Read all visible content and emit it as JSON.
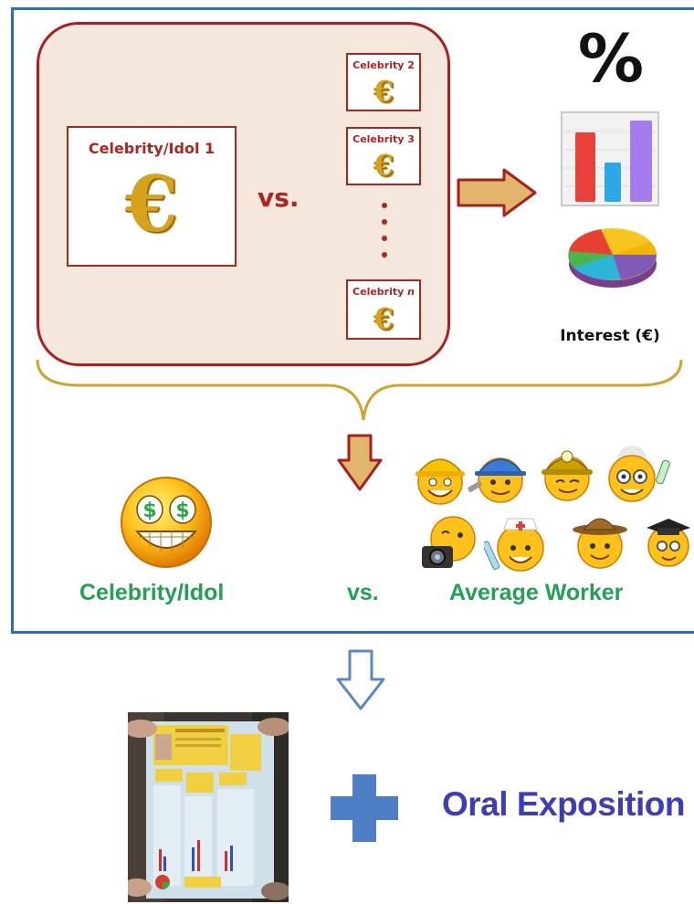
{
  "colors": {
    "frame_blue": "#2f6fad",
    "panel_fill": "#f4e8dc",
    "panel_border": "#a8201e",
    "gold": "#d6a21b",
    "green": "#23a055",
    "plus_blue": "#4e7ec4",
    "exposition_blue": "#3d3db8"
  },
  "comparison_panel": {
    "main_card": {
      "label": "Celebrity/Idol 1",
      "symbol": "€"
    },
    "vs_label": "vs.",
    "small_cards": [
      {
        "label": "Celebrity 2",
        "symbol": "€"
      },
      {
        "label": "Celebrity 3",
        "symbol": "€"
      }
    ],
    "last_card": {
      "label_prefix": "Celebrity ",
      "label_var": "n",
      "symbol": "€"
    }
  },
  "results": {
    "percent_symbol": "%",
    "bar_icon": {
      "icon": "bar-chart-icon",
      "colors": [
        "#e8403a",
        "#2aa8e8",
        "#a37df0"
      ]
    },
    "pie_icon": {
      "icon": "pie-chart-icon"
    },
    "caption": "Interest (€)"
  },
  "bottom_comparison": {
    "left_label": "Celebrity/Idol",
    "vs_label": "vs.",
    "right_label": "Average Worker",
    "left_icon": "money-eyes-emoji-icon",
    "worker_icons": [
      "construction-worker-emoji-icon",
      "mechanic-emoji-icon",
      "miner-emoji-icon",
      "scientist-emoji-icon",
      "photographer-emoji-icon",
      "nurse-emoji-icon",
      "farmer-emoji-icon",
      "graduate-emoji-icon"
    ]
  },
  "exposition": {
    "photo": "poster-photo",
    "plus_icon": "plus-icon",
    "label": "Oral Exposition"
  }
}
